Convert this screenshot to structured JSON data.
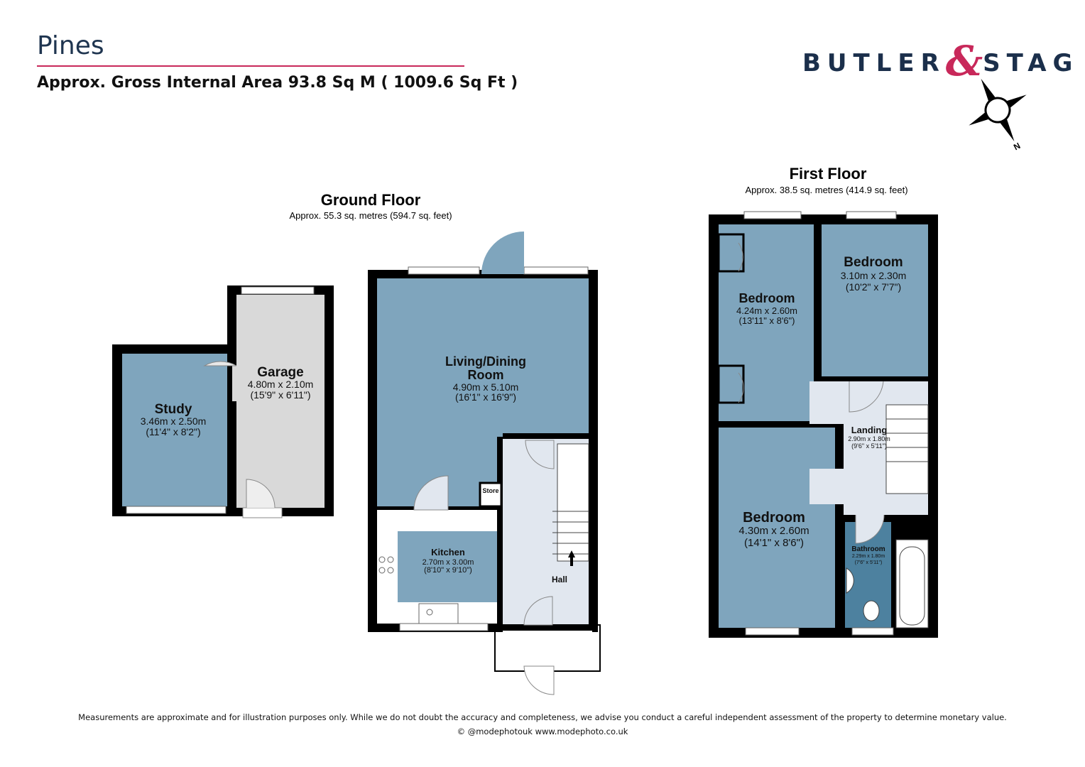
{
  "header": {
    "title": "Pines",
    "area": "Approx. Gross Internal Area 93.8 Sq M ( 1009.6 Sq Ft )"
  },
  "logo": {
    "left": "BUTLER",
    "amp": "&",
    "right": "STAG",
    "brand_color": "#1b2f4b",
    "accent_color": "#c8285a"
  },
  "compass": {
    "icon": "compass-icon",
    "label": "N"
  },
  "colors": {
    "room": "#7fa5bd",
    "bathroom": "#4d819f",
    "garage": "#d9d9d9",
    "circulation": "#e1e7ef",
    "wall": "#000000"
  },
  "ground_floor": {
    "title": "Ground Floor",
    "area": "Approx. 55.3 sq. metres (594.7 sq. feet)",
    "rooms": {
      "study": {
        "name": "Study",
        "metric": "3.46m x 2.50m",
        "imperial": "(11'4\" x 8'2\")"
      },
      "garage": {
        "name": "Garage",
        "metric": "4.80m x 2.10m",
        "imperial": "(15'9\" x 6'11\")"
      },
      "living": {
        "name1": "Living/Dining",
        "name2": "Room",
        "metric": "4.90m x 5.10m",
        "imperial": "(16'1\" x 16'9\")"
      },
      "kitchen": {
        "name": "Kitchen",
        "metric": "2.70m x 3.00m",
        "imperial": "(8'10\" x 9'10\")"
      },
      "store": {
        "name": "Store"
      },
      "hall": {
        "name": "Hall"
      }
    }
  },
  "first_floor": {
    "title": "First Floor",
    "area": "Approx. 38.5 sq. metres (414.9 sq. feet)",
    "rooms": {
      "bedroom1": {
        "name": "Bedroom",
        "metric": "4.24m x 2.60m",
        "imperial": "(13'11\" x 8'6\")"
      },
      "bedroom2": {
        "name": "Bedroom",
        "metric": "3.10m x 2.30m",
        "imperial": "(10'2\" x 7'7\")"
      },
      "bedroom3": {
        "name": "Bedroom",
        "metric": "4.30m x 2.60m",
        "imperial": "(14'1\" x 8'6\")"
      },
      "landing": {
        "name": "Landing",
        "metric": "2.90m x 1.80m",
        "imperial": "(9'6\" x 5'11\")"
      },
      "bathroom": {
        "name": "Bathroom",
        "metric": "2.29m x 1.80m",
        "imperial": "(7'6\" x 5'11\")"
      }
    }
  },
  "footer": {
    "disclaimer": "Measurements are approximate and for illustration purposes only.  While we do not doubt the accuracy and completeness, we advise you conduct a careful independent assessment of the property to determine monetary value.",
    "credit": "© @modephotouk www.modephoto.co.uk"
  }
}
